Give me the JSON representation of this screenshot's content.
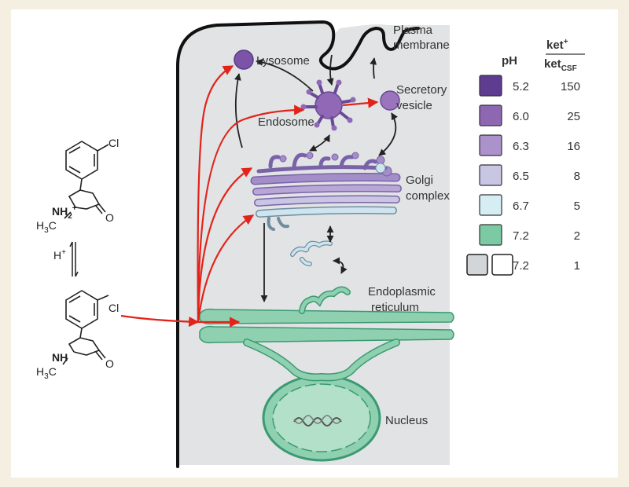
{
  "labels": {
    "plasma_membrane_1": "Plasma",
    "plasma_membrane_2": "membrane",
    "lysosome": "Lysosome",
    "endosome": "Endosome",
    "secretory_1": "Secretory",
    "secretory_2": "vesicle",
    "golgi_1": "Golgi",
    "golgi_2": "complex",
    "er_1": "Endoplasmic",
    "er_2": "reticulum",
    "nucleus": "Nucleus"
  },
  "molecule": {
    "cl_top": "Cl",
    "nh2": "NH",
    "nh2_sub": "2",
    "nh2_sup": "+",
    "o_top": "O",
    "h3c_top": "H",
    "h3c_top_sub": "3",
    "h3c_top_c": "C",
    "hplus": "H",
    "hplus_sup": "+",
    "cl_bottom": "Cl",
    "nh": "NH",
    "o_bottom": "O",
    "h3c_bottom": "H",
    "h3c_bottom_sub": "3",
    "h3c_bottom_c": "C"
  },
  "table": {
    "header_ph": "pH",
    "header_ratio_top": "ket",
    "header_ratio_top_sup": "+",
    "header_ratio_bottom": "ket",
    "header_ratio_bottom_sub": "CSF",
    "rows": [
      {
        "ph": "5.2",
        "ratio": "150",
        "color": "#5e3c8f"
      },
      {
        "ph": "6.0",
        "ratio": "25",
        "color": "#8e67b2"
      },
      {
        "ph": "6.3",
        "ratio": "16",
        "color": "#ab92cb"
      },
      {
        "ph": "6.5",
        "ratio": "8",
        "color": "#c9c6e3"
      },
      {
        "ph": "6.7",
        "ratio": "5",
        "color": "#d6eef3"
      },
      {
        "ph": "7.2",
        "ratio": "2",
        "color": "#7ccaa4"
      },
      {
        "ph": "7.2",
        "ratio": "1",
        "color": "#d3d6d8",
        "color2": "#ffffff"
      }
    ]
  },
  "colors": {
    "cytoplasm": "#e1e3e5",
    "red_arrow": "#e2231a",
    "er_fill": "#8fd0b0",
    "er_stroke": "#3b9a72",
    "golgi_dark": "#a38ec9",
    "golgi_mid": "#b7a6d6",
    "golgi_light": "#cfe4ee",
    "lysosome": "#7b54a8",
    "endosome": "#9068b6",
    "secretory": "#9a75bd"
  }
}
